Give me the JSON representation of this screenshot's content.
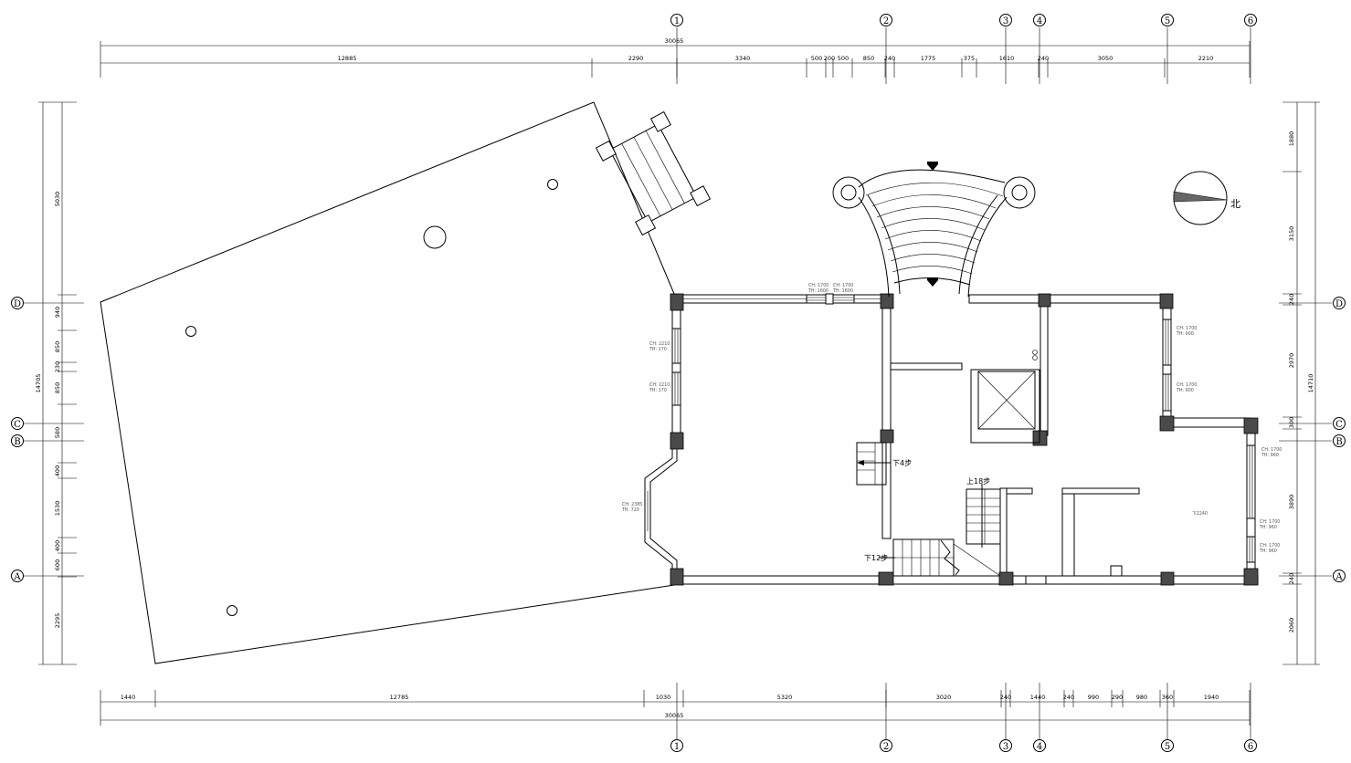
{
  "axes_vertical": [
    "1",
    "2",
    "3",
    "4",
    "5",
    "6"
  ],
  "axes_horizontal": [
    "D",
    "C",
    "B",
    "A"
  ],
  "dims_top_total": "30065",
  "dims_top": [
    "12885",
    "2290",
    "3340",
    "500",
    "200",
    "500",
    "850",
    "240",
    "1775",
    "375",
    "1610",
    "240",
    "3050",
    "2210"
  ],
  "dims_bottom_total": "30065",
  "dims_bottom": [
    "1440",
    "12785",
    "1030",
    "5320",
    "3020",
    "240",
    "1440",
    "240",
    "990",
    "290",
    "980",
    "360",
    "1940"
  ],
  "dims_left_total": "14705",
  "dims_left": [
    "5030",
    "940",
    "850",
    "230",
    "850",
    "580",
    "400",
    "1530",
    "400",
    "600",
    "2295"
  ],
  "dims_right_total": "14710",
  "dims_right": [
    "1880",
    "3150",
    "240",
    "2970",
    "300",
    "3890",
    "240",
    "2060"
  ],
  "window_notes": {
    "n1": [
      "CH: 1700",
      "TH: 1600"
    ],
    "n2": [
      "CH: 1700",
      "TH: 1600"
    ],
    "n3": [
      "CH: 2210",
      "TH: 170"
    ],
    "n4": [
      "CH: 2210",
      "TH: 170"
    ],
    "n5": [
      "CH: 2385",
      "TH: 720"
    ],
    "n6": [
      "CH: 1700",
      "TH: 900"
    ],
    "n7": [
      "CH: 1700",
      "TH: 900"
    ],
    "n8": [
      "CH: 1700",
      "TH: 960"
    ],
    "n9": [
      "CH: 1700",
      "TH: 960"
    ],
    "n10": [
      "CH: 1700",
      "TH: 960"
    ]
  },
  "labels": {
    "stair_down_4": "下4步",
    "stair_up_18": "上18步",
    "stair_down_12": "下12步",
    "floor_level": "下2240",
    "north": "北"
  }
}
